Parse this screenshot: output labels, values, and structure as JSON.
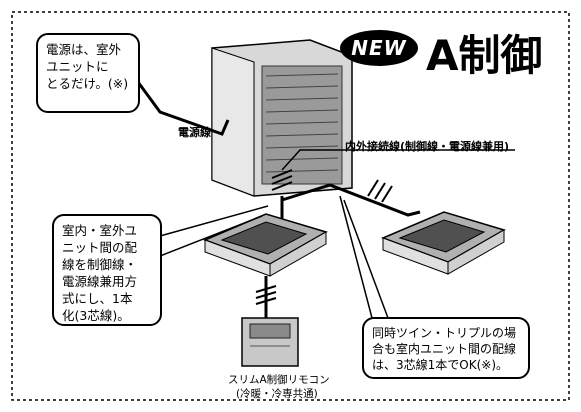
{
  "callouts": {
    "power_source": [
      "電源は、室外",
      "ユニットに",
      "とるだけ。(※)"
    ],
    "wiring": [
      "室内・室外ユ",
      "ニット間の配",
      "線を制御線・",
      "電源線兼用方",
      "式にし、1本",
      "化(3芯線)。"
    ],
    "multi_unit": [
      "同時ツイン・トリプルの場",
      "合も室内ユニット間の配線",
      "は、3芯線1本でOK(※)。"
    ]
  },
  "labels": {
    "power_line": "電源線",
    "interconnect": "内外接続線(制御線・電源線兼用)",
    "remote_name": "スリムA制御リモコン",
    "remote_sub": "(冷暖・冷専共通)"
  },
  "badge": {
    "new": "NEW"
  },
  "title": "A制御",
  "colors": {
    "line": "#000000",
    "unit_gray": "#c8c8c8",
    "unit_dark": "#555555",
    "background": "#ffffff"
  }
}
